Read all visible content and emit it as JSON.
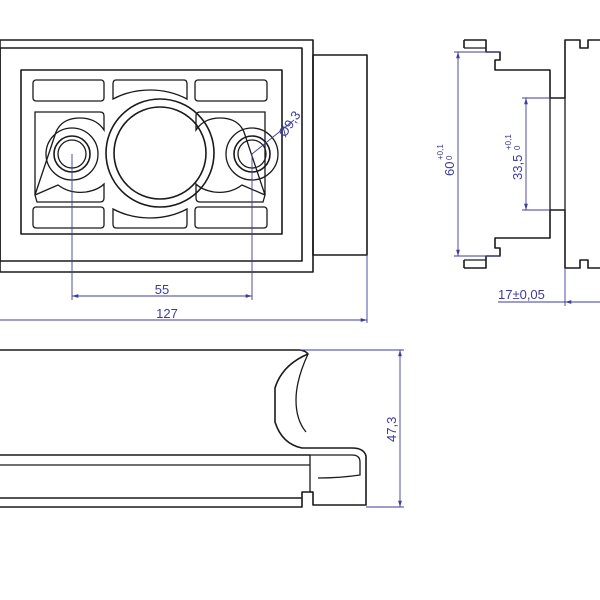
{
  "drawing": {
    "line_color": "#1a1a1a",
    "dimension_color": "#3c3c9c",
    "background": "#ffffff"
  },
  "dimensions": {
    "hole_diameter": "Ø9,3",
    "hole_spacing": "55",
    "overall_length": "127",
    "overall_height": "60",
    "overall_height_tol_upper": "+0,1",
    "overall_height_tol_lower": "0",
    "inner_height": "33,5",
    "inner_height_tol_upper": "+0,1",
    "inner_height_tol_lower": "0",
    "thickness": "17±0,05",
    "side_height": "47,3"
  }
}
